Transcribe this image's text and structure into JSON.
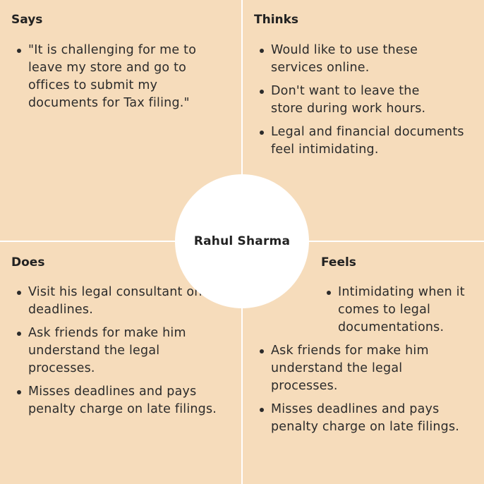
{
  "center": {
    "name": "Rahul Sharma"
  },
  "quadrants": {
    "says": {
      "title": "Says",
      "items": [
        "\"It is challenging for me to leave my store and go to offices to submit my documents for Tax filing.\""
      ]
    },
    "thinks": {
      "title": "Thinks",
      "items": [
        "Would like to use these services online.",
        "Don't want to leave the store during work hours.",
        "Legal and financial documents feel intimidating."
      ]
    },
    "does": {
      "title": "Does",
      "items": [
        "Visit his legal consultant on deadlines.",
        "Ask friends for make him understand the legal processes.",
        "Misses deadlines and pays penalty charge on late filings."
      ]
    },
    "feels": {
      "title": "Feels",
      "items": [
        "Intimidating when it comes to legal documentations.",
        "Ask friends for make him understand the legal processes.",
        "Misses deadlines and pays penalty charge on late filings."
      ]
    }
  },
  "colors": {
    "background": "#f6dcbb",
    "divider": "#ffffff",
    "center_circle": "#ffffff",
    "text": "#2b2b2b"
  }
}
